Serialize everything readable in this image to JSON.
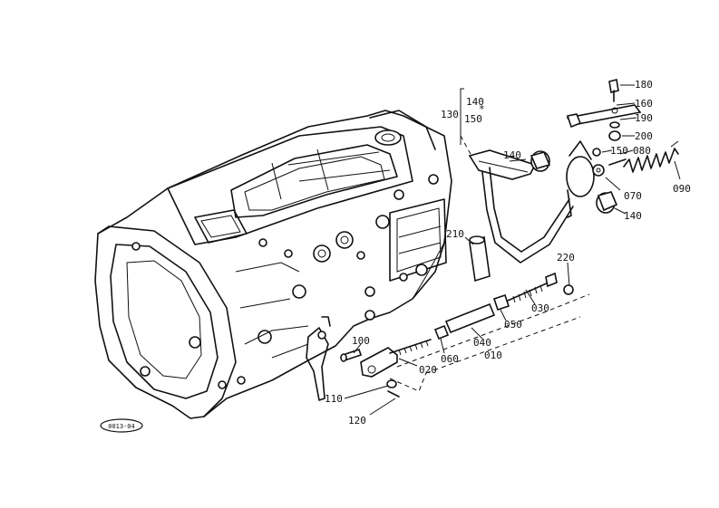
{
  "callouts": {
    "p010": "010",
    "p020": "020",
    "p030": "030",
    "p040": "040",
    "p050": "050",
    "p060": "060",
    "p070": "070",
    "p080": "080",
    "p090": "090",
    "p100": "100",
    "p110": "110",
    "p120": "120",
    "p130": "130",
    "p140a": "140",
    "p150a": "150",
    "p140b": "140",
    "p150b": "150",
    "p140c": "140",
    "p160": "160",
    "p180": "180",
    "p190": "190",
    "p200": "200",
    "p210": "210",
    "p220": "220"
  },
  "drawing_code": "0013-04",
  "colors": {
    "ink": "#111111",
    "paper": "#ffffff"
  }
}
